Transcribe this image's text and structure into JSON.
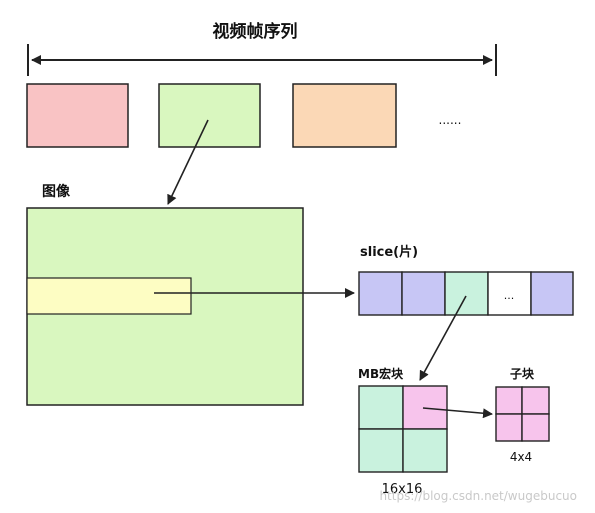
{
  "title": "视频帧序列",
  "frames_ellipsis": "......",
  "image_label": "图像",
  "slice_label": "slice(片)",
  "slice_ellipsis": "...",
  "mb_label": "MB宏块",
  "mb_size": "16x16",
  "subblock_label": "子块",
  "subblock_size": "4x4",
  "watermark": "https://blog.csdn.net/wugebucuo",
  "colors": {
    "frame1": "#f9c3c4",
    "frame2": "#d9f7bf",
    "frame3": "#fbd8b6",
    "image": "#d9f7bf",
    "slice_strip": "#fdfdc3",
    "slice_purple": "#c7c6f5",
    "slice_green": "#c9f2de",
    "mb_green": "#c9f2de",
    "mb_pink": "#f7c4ec",
    "sub_pink": "#f7c4ec"
  }
}
